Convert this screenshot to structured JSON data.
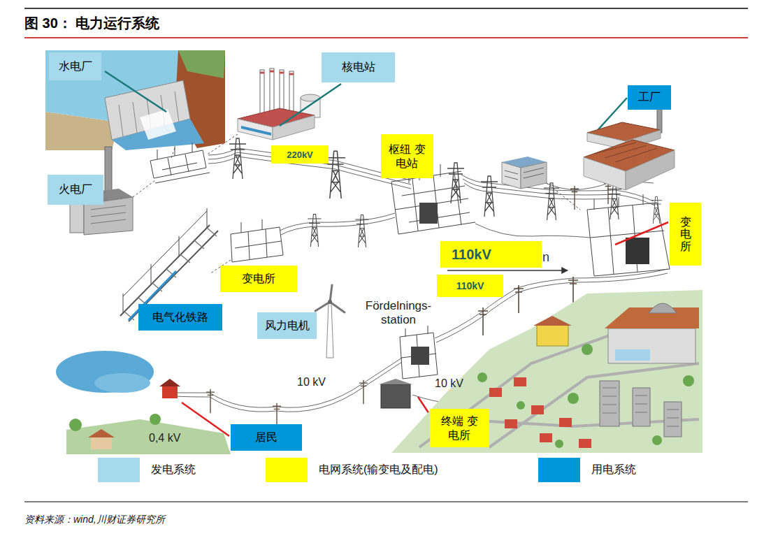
{
  "diagram": {
    "title": "图 30： 电力运行系统",
    "caption": "资料来源：wind,川财证券研究所",
    "nodes": [
      {
        "text": [
          "水电厂"
        ]
      },
      {
        "text": [
          "核电站"
        ]
      },
      {
        "text": [
          "工厂"
        ]
      },
      {
        "text": [
          "220kV"
        ]
      },
      {
        "text": [
          "枢纽 变电站"
        ]
      },
      {
        "text": [
          "火电厂"
        ]
      },
      {
        "text": [
          "变电所"
        ]
      },
      {
        "text": [
          "110kV"
        ]
      },
      {
        "text": [
          "变电所"
        ]
      },
      {
        "text": [
          "110kV"
        ]
      },
      {
        "text": [
          "电气化铁路"
        ]
      },
      {
        "text": [
          "风力电机"
        ]
      },
      {
        "text": [
          "终端 变电所"
        ]
      },
      {
        "text": [
          "居民"
        ]
      }
    ],
    "labels": [
      "n",
      "Fördelnings- station",
      "10 kV",
      "10 kV",
      "0,4 kV"
    ],
    "legend": [
      {
        "text": "发电系统",
        "color": "#a6d9ec"
      },
      {
        "text": "电网系统(输变电及配电)",
        "color": "#ffff00"
      },
      {
        "text": "用电系统",
        "color": "#0097da"
      }
    ]
  }
}
